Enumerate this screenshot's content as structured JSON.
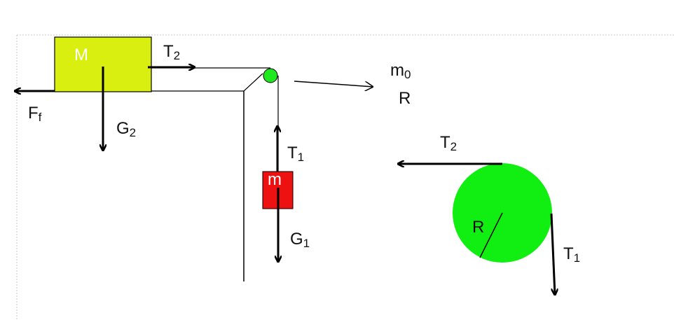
{
  "colors": {
    "block_M": "#d8ef0f",
    "block_m": "#ee1111",
    "pulley": "#1ee81e",
    "disk": "#11ee11",
    "line": "#000000",
    "frame_dots": "#c8c8c8"
  },
  "labels": {
    "M": "M",
    "m": "m",
    "T2": {
      "base": "T",
      "sub": "2"
    },
    "Ff": {
      "base": "F",
      "sub": "f"
    },
    "G2": {
      "base": "G",
      "sub": "2"
    },
    "T1": {
      "base": "T",
      "sub": "1"
    },
    "G1": {
      "base": "G",
      "sub": "1"
    },
    "m0": {
      "base": "m",
      "sub": "0"
    },
    "R_pulley": "R",
    "T2_disk": {
      "base": "T",
      "sub": "2"
    },
    "R_disk": "R",
    "T1_disk": {
      "base": "T",
      "sub": "1"
    }
  }
}
